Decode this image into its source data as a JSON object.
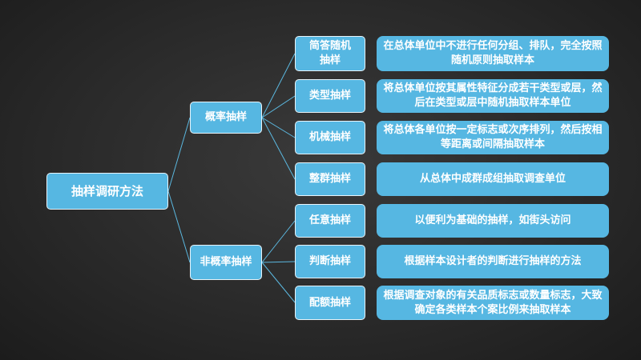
{
  "root": "抽样调研方法",
  "groups": [
    {
      "label": "概率抽样",
      "methods": [
        {
          "name": "简答随机抽样",
          "desc": "在总体单位中不进行任何分组、排队，完全按照随机原则抽取样本"
        },
        {
          "name": "类型抽样",
          "desc": "将总体单位按其属性特征分成若干类型或层，然后在类型或层中随机抽取样本单位"
        },
        {
          "name": "机械抽样",
          "desc": "将总体各单位按一定标志或次序排列，然后按相等距离或间隔抽取样本"
        },
        {
          "name": "整群抽样",
          "desc": "从总体中成群成组抽取调查单位"
        }
      ]
    },
    {
      "label": "非概率抽样",
      "methods": [
        {
          "name": "任意抽样",
          "desc": "以便利为基础的抽样，如街头访问"
        },
        {
          "name": "判断抽样",
          "desc": "根据样本设计者的判断进行抽样的方法"
        },
        {
          "name": "配额抽样",
          "desc": "根据调查对象的有关品质标志或数量标志，大致确定各类样本个案比例来抽取样本"
        }
      ]
    }
  ]
}
